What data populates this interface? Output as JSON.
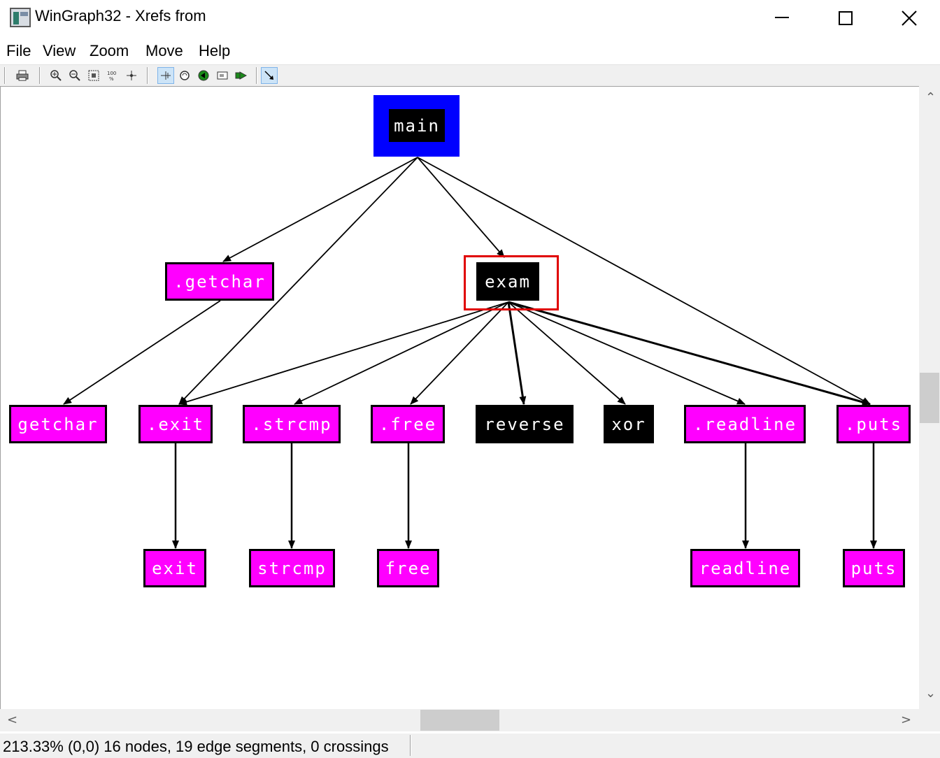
{
  "window": {
    "title": "WinGraph32 - Xrefs from",
    "icon": "wingraph-app-icon",
    "controls": {
      "minimize_icon": "minimize-icon",
      "maximize_icon": "maximize-icon",
      "close_glyph": "✕"
    }
  },
  "menu": {
    "items": [
      {
        "label": "File"
      },
      {
        "label": "View"
      },
      {
        "label": "Zoom"
      },
      {
        "label": "Move"
      },
      {
        "label": "Help"
      }
    ]
  },
  "toolbar": {
    "buttons": [
      {
        "icon": "print-icon"
      },
      {
        "icon": "zoom-in-icon"
      },
      {
        "icon": "zoom-out-icon"
      },
      {
        "icon": "fit-to-window-icon"
      },
      {
        "icon": "zoom-100-icon",
        "text": "100"
      },
      {
        "icon": "center-icon"
      },
      {
        "icon": "move-mode-icon",
        "active": true
      },
      {
        "icon": "rotate-icon"
      },
      {
        "icon": "navigate-left-icon"
      },
      {
        "icon": "overview-icon"
      },
      {
        "icon": "navigate-right-icon"
      },
      {
        "icon": "follow-edge-icon",
        "active": true
      }
    ]
  },
  "graph": {
    "colors": {
      "main_frame": "#0000ff",
      "library_node": "#ff00ff",
      "local_node": "#000000",
      "selection": "#e00000"
    },
    "nodes": [
      {
        "id": "main",
        "label": "main",
        "kind": "root"
      },
      {
        "id": "getchar_thunk",
        "label": ".getchar",
        "kind": "library"
      },
      {
        "id": "exam",
        "label": "exam",
        "kind": "local",
        "selected": true
      },
      {
        "id": "getchar",
        "label": "getchar",
        "kind": "library"
      },
      {
        "id": "exit_thunk",
        "label": ".exit",
        "kind": "library"
      },
      {
        "id": "strcmp_thunk",
        "label": ".strcmp",
        "kind": "library"
      },
      {
        "id": "free_thunk",
        "label": ".free",
        "kind": "library"
      },
      {
        "id": "reverse",
        "label": "reverse",
        "kind": "local"
      },
      {
        "id": "xor",
        "label": "xor",
        "kind": "local"
      },
      {
        "id": "readline_thunk",
        "label": ".readline",
        "kind": "library"
      },
      {
        "id": "puts_thunk",
        "label": ".puts",
        "kind": "library"
      },
      {
        "id": "exit",
        "label": "exit",
        "kind": "library"
      },
      {
        "id": "strcmp",
        "label": "strcmp",
        "kind": "library"
      },
      {
        "id": "free",
        "label": "free",
        "kind": "library"
      },
      {
        "id": "readline",
        "label": "readline",
        "kind": "library"
      },
      {
        "id": "puts",
        "label": "puts",
        "kind": "library"
      }
    ],
    "edges": [
      {
        "from": "main",
        "to": "getchar_thunk"
      },
      {
        "from": "main",
        "to": "exit_thunk"
      },
      {
        "from": "main",
        "to": "exam"
      },
      {
        "from": "main",
        "to": "puts_thunk"
      },
      {
        "from": "getchar_thunk",
        "to": "getchar"
      },
      {
        "from": "exam",
        "to": "exit_thunk"
      },
      {
        "from": "exam",
        "to": "strcmp_thunk"
      },
      {
        "from": "exam",
        "to": "free_thunk"
      },
      {
        "from": "exam",
        "to": "reverse"
      },
      {
        "from": "exam",
        "to": "xor"
      },
      {
        "from": "exam",
        "to": "readline_thunk"
      },
      {
        "from": "exam",
        "to": "puts_thunk"
      },
      {
        "from": "exit_thunk",
        "to": "exit"
      },
      {
        "from": "strcmp_thunk",
        "to": "strcmp"
      },
      {
        "from": "free_thunk",
        "to": "free"
      },
      {
        "from": "readline_thunk",
        "to": "readline"
      },
      {
        "from": "puts_thunk",
        "to": "puts"
      }
    ]
  },
  "scrollbars": {
    "up_glyph": "⌃",
    "down_glyph": "⌄",
    "left_glyph": "<",
    "right_glyph": ">"
  },
  "status": {
    "text": "213.33% (0,0) 16 nodes, 19 edge segments, 0 crossings"
  }
}
